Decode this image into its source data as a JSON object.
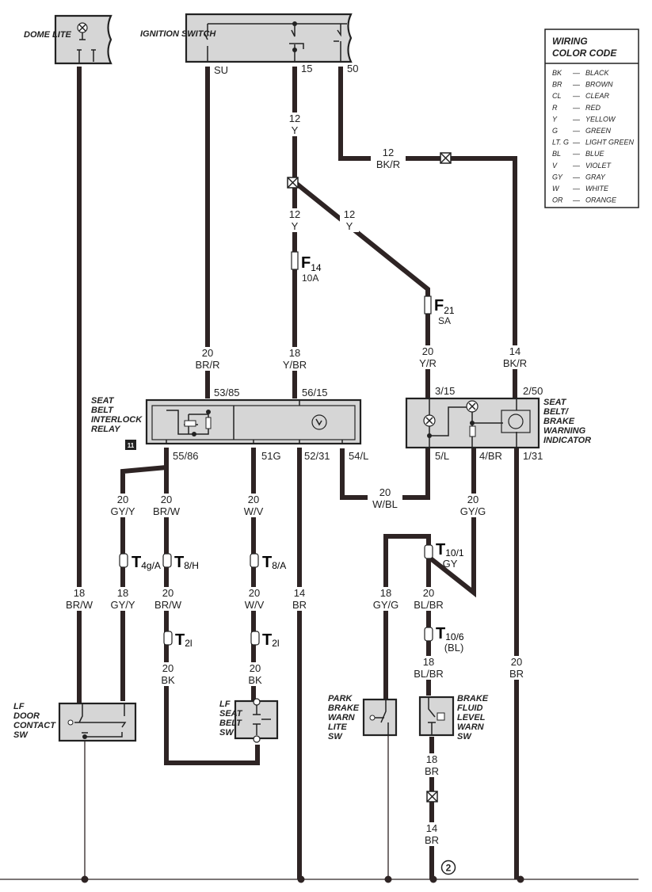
{
  "components": {
    "dome_lite": "DOME LITE",
    "ignition_switch": "IGNITION SWITCH",
    "relay": [
      "SEAT",
      "BELT",
      "INTERLOCK",
      "RELAY"
    ],
    "relay_badge": "11",
    "indicator": [
      "SEAT",
      "BELT/",
      "BRAKE",
      "WARNING",
      "INDICATOR"
    ],
    "door_contact": [
      "LF",
      "DOOR",
      "CONTACT",
      "SW"
    ],
    "seat_belt_sw": [
      "LF",
      "SEAT",
      "BELT",
      "SW"
    ],
    "park_brake_sw": [
      "PARK",
      "BRAKE",
      "WARN",
      "LITE",
      "SW"
    ],
    "brake_fluid_sw": [
      "BRAKE",
      "FLUID",
      "LEVEL",
      "WARN",
      "SW"
    ]
  },
  "pins": {
    "su": "SU",
    "p15": "15",
    "p50": "50",
    "relay_53_85": "53/85",
    "relay_56_15": "56/15",
    "relay_55_86": "55/86",
    "relay_51g": "51G",
    "relay_52_31": "52/31",
    "relay_54_l": "54/L",
    "ind_3_15": "3/15",
    "ind_2_50": "2/50",
    "ind_5_l": "5/L",
    "ind_4_br": "4/BR",
    "ind_1_31": "1/31"
  },
  "wire_labels": [
    {
      "gauge": "12",
      "color": "Y"
    },
    {
      "gauge": "12",
      "color": "Y"
    },
    {
      "gauge": "12",
      "color": "Y"
    },
    {
      "gauge": "12",
      "color": "BK/R"
    },
    {
      "gauge": "20",
      "color": "BR/R"
    },
    {
      "gauge": "18",
      "color": "Y/BR"
    },
    {
      "gauge": "20",
      "color": "Y/R"
    },
    {
      "gauge": "14",
      "color": "BK/R"
    },
    {
      "gauge": "20",
      "color": "GY/Y"
    },
    {
      "gauge": "20",
      "color": "BR/W"
    },
    {
      "gauge": "20",
      "color": "W/V"
    },
    {
      "gauge": "20",
      "color": "W/BL"
    },
    {
      "gauge": "20",
      "color": "GY/G"
    },
    {
      "gauge": "18",
      "color": "BR/W"
    },
    {
      "gauge": "18",
      "color": "GY/Y"
    },
    {
      "gauge": "20",
      "color": "BR/W"
    },
    {
      "gauge": "20",
      "color": "W/V"
    },
    {
      "gauge": "14",
      "color": "BR"
    },
    {
      "gauge": "18",
      "color": "GY/G"
    },
    {
      "gauge": "20",
      "color": "BL/BR"
    },
    {
      "gauge": "20",
      "color": "BK"
    },
    {
      "gauge": "20",
      "color": "BK"
    },
    {
      "gauge": "18",
      "color": "BL/BR"
    },
    {
      "gauge": "20",
      "color": "BR"
    },
    {
      "gauge": "18",
      "color": "BR"
    },
    {
      "gauge": "14",
      "color": "BR"
    }
  ],
  "fuses": [
    {
      "letter": "F",
      "num": "14",
      "rating": "10A"
    },
    {
      "letter": "F",
      "num": "21",
      "rating": "SA"
    }
  ],
  "connectors": [
    {
      "letter": "T",
      "sub": "4g/A"
    },
    {
      "letter": "T",
      "sub": "8/H"
    },
    {
      "letter": "T",
      "sub": "8/A"
    },
    {
      "letter": "T",
      "sub": "2l"
    },
    {
      "letter": "T",
      "sub": "2l"
    },
    {
      "letter": "T",
      "sub": "10/1",
      "note": "GY"
    },
    {
      "letter": "T",
      "sub": "10/6",
      "note": "(BL)"
    }
  ],
  "ground_ref": "2",
  "color_code": {
    "title": [
      "WIRING",
      "COLOR CODE"
    ],
    "entries": [
      {
        "code": "BK",
        "name": "BLACK"
      },
      {
        "code": "BR",
        "name": "BROWN"
      },
      {
        "code": "CL",
        "name": "CLEAR"
      },
      {
        "code": "R",
        "name": "RED"
      },
      {
        "code": "Y",
        "name": "YELLOW"
      },
      {
        "code": "G",
        "name": "GREEN"
      },
      {
        "code": "LT. G",
        "name": "LIGHT GREEN"
      },
      {
        "code": "BL",
        "name": "BLUE"
      },
      {
        "code": "V",
        "name": "VIOLET"
      },
      {
        "code": "GY",
        "name": "GRAY"
      },
      {
        "code": "W",
        "name": "WHITE"
      },
      {
        "code": "OR",
        "name": "ORANGE"
      }
    ]
  },
  "colors": {
    "wire": "#2e2424",
    "component_fill": "#d6d6d6"
  }
}
